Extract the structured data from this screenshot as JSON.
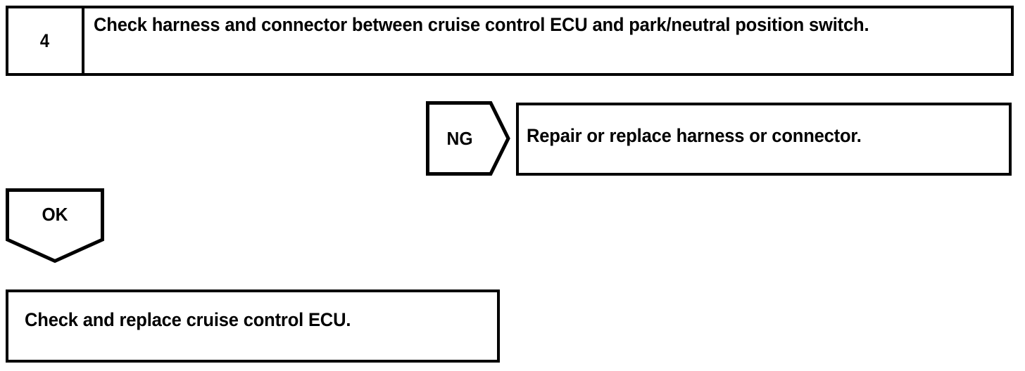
{
  "document": {
    "type": "troubleshooting-flowchart",
    "background_color": "#ffffff",
    "line_color": "#000000",
    "text_color": "#000000"
  },
  "step": {
    "number": "4",
    "instruction": "Check harness and connector between cruise control ECU and park/neutral position switch."
  },
  "branches": [
    {
      "label": "NG",
      "direction": "right",
      "result": "Repair or replace harness or connector."
    },
    {
      "label": "OK",
      "direction": "down",
      "result": "Check and replace cruise control ECU."
    }
  ],
  "ng_branch": {
    "label": "NG",
    "result_text": "Repair or replace harness or connector."
  },
  "ok_branch": {
    "label": "OK",
    "result_text": "Check and replace cruise control ECU."
  }
}
